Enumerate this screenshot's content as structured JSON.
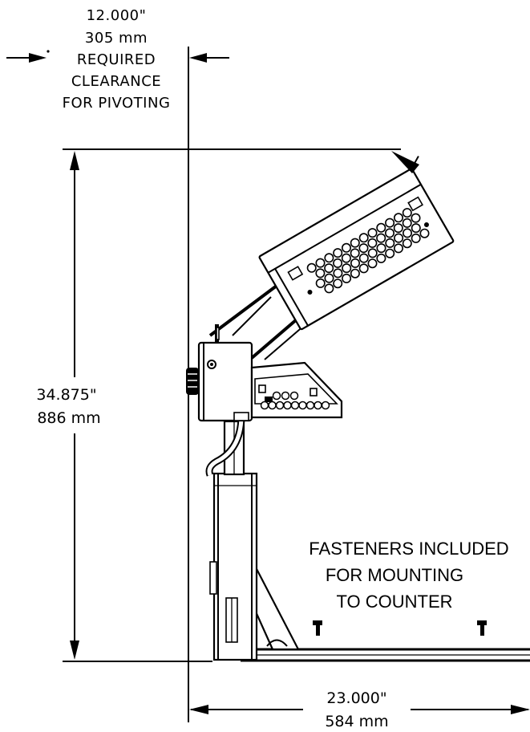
{
  "dimensions": {
    "clearance": {
      "inches": "12.000\"",
      "mm": "305 mm",
      "label_line1": "REQUIRED",
      "label_line2": "CLEARANCE",
      "label_line3": "FOR PIVOTING"
    },
    "height": {
      "inches": "34.875\"",
      "mm": "886 mm"
    },
    "width": {
      "inches": "23.000\"",
      "mm": "584 mm"
    }
  },
  "note": {
    "line1": "FASTENERS INCLUDED",
    "line2": "FOR MOUNTING",
    "line3": "TO COUNTER"
  }
}
